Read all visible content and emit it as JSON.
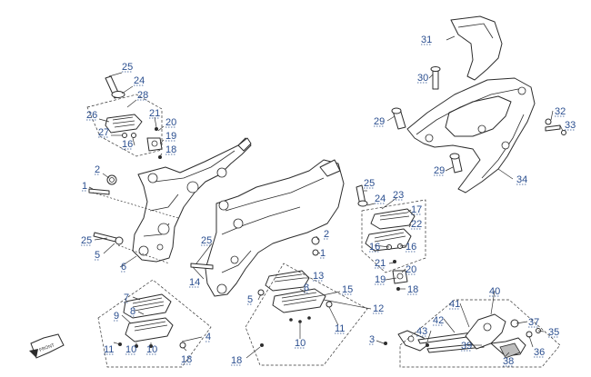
{
  "callouts": [
    {
      "label": "1"
    },
    {
      "label": "1"
    },
    {
      "label": "2"
    },
    {
      "label": "2"
    },
    {
      "label": "3"
    },
    {
      "label": "4"
    },
    {
      "label": "5"
    },
    {
      "label": "5"
    },
    {
      "label": "6"
    },
    {
      "label": "7"
    },
    {
      "label": "8"
    },
    {
      "label": "8"
    },
    {
      "label": "9"
    },
    {
      "label": "10"
    },
    {
      "label": "10"
    },
    {
      "label": "10"
    },
    {
      "label": "11"
    },
    {
      "label": "11"
    },
    {
      "label": "12"
    },
    {
      "label": "13"
    },
    {
      "label": "14"
    },
    {
      "label": "15"
    },
    {
      "label": "16"
    },
    {
      "label": "16"
    },
    {
      "label": "16"
    },
    {
      "label": "17"
    },
    {
      "label": "18"
    },
    {
      "label": "18"
    },
    {
      "label": "18"
    },
    {
      "label": "18"
    },
    {
      "label": "19"
    },
    {
      "label": "19"
    },
    {
      "label": "20"
    },
    {
      "label": "20"
    },
    {
      "label": "21"
    },
    {
      "label": "21"
    },
    {
      "label": "22"
    },
    {
      "label": "23"
    },
    {
      "label": "24"
    },
    {
      "label": "24"
    },
    {
      "label": "25"
    },
    {
      "label": "25"
    },
    {
      "label": "25"
    },
    {
      "label": "25"
    },
    {
      "label": "26"
    },
    {
      "label": "27"
    },
    {
      "label": "28"
    },
    {
      "label": "29"
    },
    {
      "label": "29"
    },
    {
      "label": "30"
    },
    {
      "label": "31"
    },
    {
      "label": "32"
    },
    {
      "label": "33"
    },
    {
      "label": "34"
    },
    {
      "label": "35"
    },
    {
      "label": "36"
    },
    {
      "label": "37"
    },
    {
      "label": "38"
    },
    {
      "label": "39"
    },
    {
      "label": "40"
    },
    {
      "label": "41"
    },
    {
      "label": "42"
    },
    {
      "label": "43"
    }
  ],
  "front_marker": {
    "label": "FRONT",
    "icon": "front-arrow-icon"
  }
}
